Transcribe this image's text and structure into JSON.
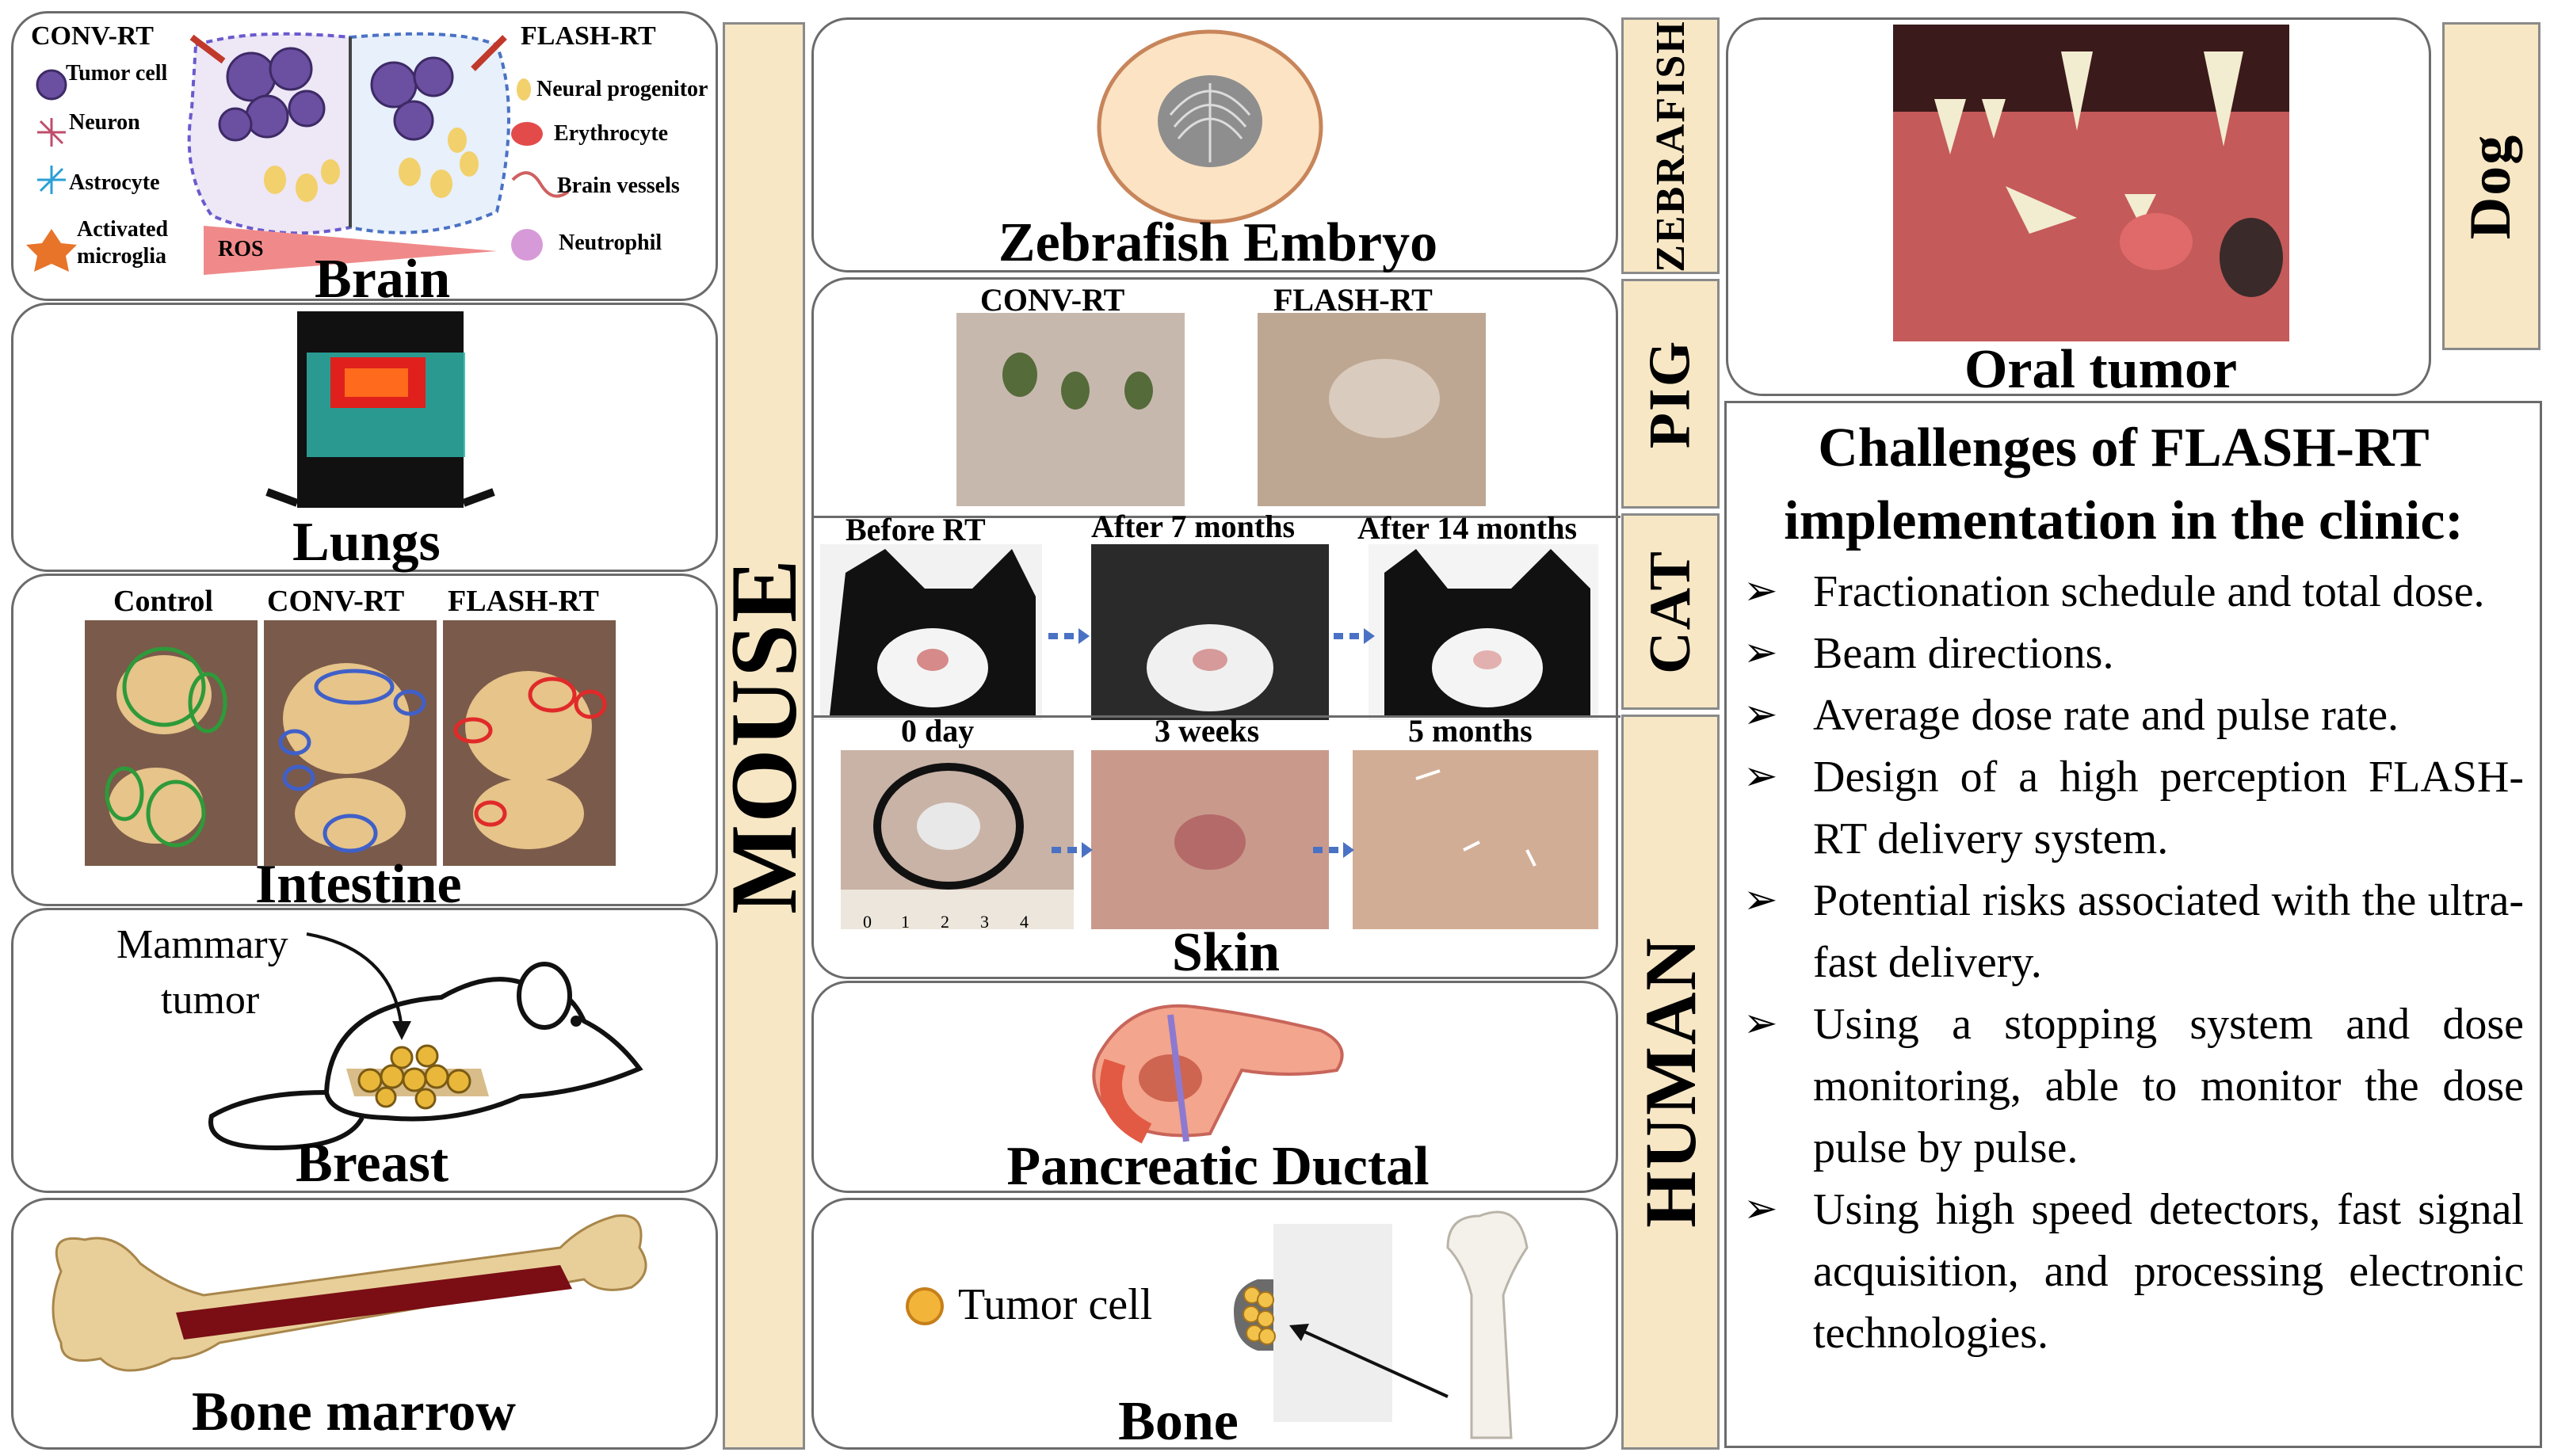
{
  "mouse": {
    "label": "MOUSE",
    "brain": {
      "title": "Brain",
      "conv_label": "CONV-RT",
      "flash_label": "FLASH-RT",
      "ros_label": "ROS",
      "legend_left": [
        "Tumor cell",
        "Neuron",
        "Astrocyte",
        "Activated microglia"
      ],
      "legend_right": [
        "Neural progenitor",
        "Erythrocyte",
        "Brain vessels",
        "Neutrophil"
      ]
    },
    "lungs": {
      "title": "Lungs"
    },
    "intestine": {
      "title": "Intestine",
      "columns": [
        "Control",
        "CONV-RT",
        "FLASH-RT"
      ]
    },
    "breast": {
      "title": "Breast",
      "annotation_line1": "Mammary",
      "annotation_line2": "tumor"
    },
    "bone_marrow": {
      "title": "Bone marrow"
    }
  },
  "zebrafish": {
    "label": "ZEBRAFISH",
    "title": "Zebrafish Embryo"
  },
  "pig": {
    "label": "PIG",
    "columns": [
      "CONV-RT",
      "FLASH-RT"
    ]
  },
  "cat": {
    "label": "CAT",
    "columns": [
      "Before RT",
      "After 7 months",
      "After 14 months"
    ]
  },
  "human": {
    "label": "HUMAN",
    "skin": {
      "title": "Skin",
      "columns": [
        "0 day",
        "3 weeks",
        "5 months"
      ],
      "ruler_numbers": [
        "0",
        "1",
        "2",
        "3",
        "4"
      ]
    },
    "pancreatic": {
      "title": "Pancreatic Ductal"
    },
    "bone": {
      "title": "Bone",
      "tumor_label": "Tumor cell"
    }
  },
  "dog": {
    "label": "Dog",
    "title": "Oral tumor"
  },
  "challenges": {
    "title_line1": "Challenges of FLASH-RT",
    "title_line2": "implementation in the clinic:",
    "bullet_glyph": "➢",
    "items": [
      "Fractionation schedule and total dose.",
      "Beam directions.",
      "Average dose rate and pulse rate.",
      "Design of a high perception FLASH-RT delivery system.",
      "Potential risks associated with the ultra-fast delivery.",
      "Using a stopping system and dose monitoring, able to monitor the dose pulse by pulse.",
      "Using high speed detectors, fast signal acquisition, and processing electronic technologies."
    ]
  },
  "colors": {
    "tan": "#f7e7c5",
    "border": "#6b6b6b",
    "arrow_blue": "#4a72c4"
  }
}
